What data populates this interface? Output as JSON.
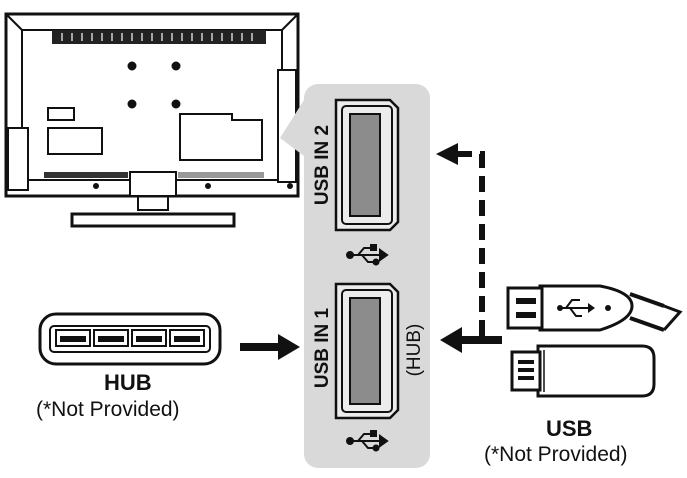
{
  "ports": {
    "usb_in_2": "USB IN 2",
    "usb_in_1": "USB IN 1",
    "hub_note": "(HUB)"
  },
  "hub": {
    "title": "HUB",
    "note": "(*Not Provided)"
  },
  "usb": {
    "title": "USB",
    "note": "(*Not Provided)"
  },
  "colors": {
    "panel": "#d9d9d9",
    "stroke": "#111111",
    "port_fill": "#8c8c8c"
  },
  "icons": [
    "tv-rear-icon",
    "usb-symbol-icon",
    "usb-hub-icon",
    "usb-plug-icon",
    "usb-flash-drive-icon",
    "arrow-icon"
  ]
}
